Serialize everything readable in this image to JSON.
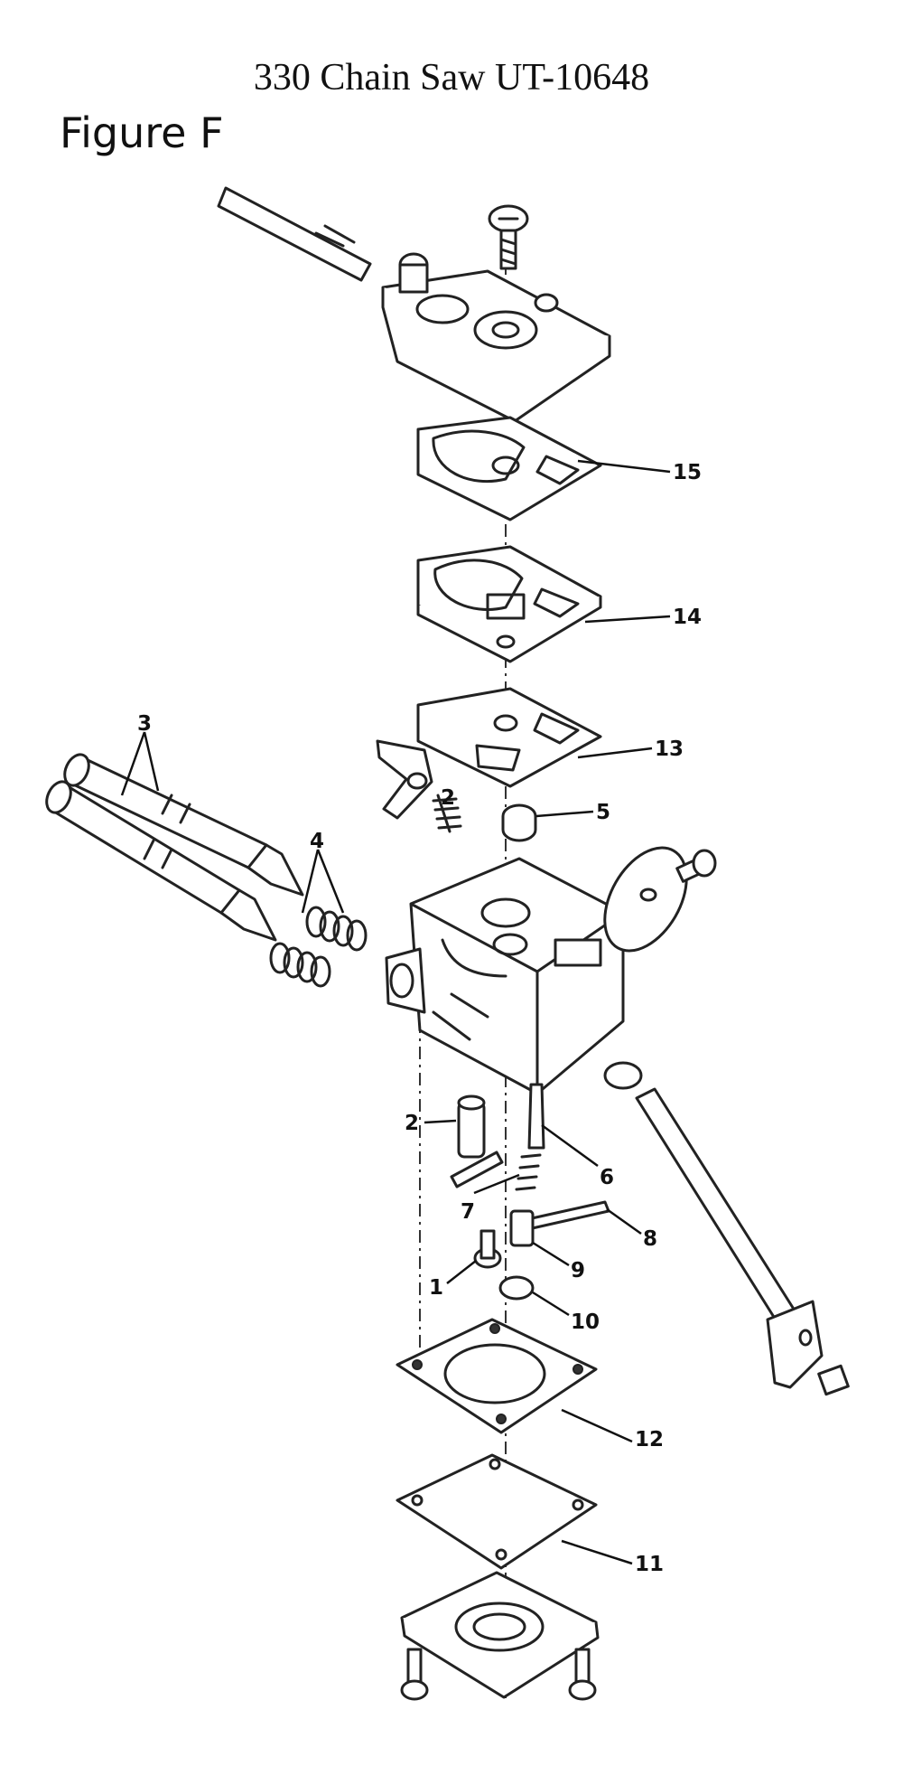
{
  "header": {
    "document_title": "330 Chain Saw UT-10648",
    "figure_label": "Figure F"
  },
  "callouts": {
    "c1": "1",
    "c2a": "2",
    "c2b": "2",
    "c3": "3",
    "c4": "4",
    "c5": "5",
    "c6": "6",
    "c7": "7",
    "c8": "8",
    "c9": "9",
    "c10": "10",
    "c11": "11",
    "c12": "12",
    "c13": "13",
    "c14": "14",
    "c15": "15"
  }
}
